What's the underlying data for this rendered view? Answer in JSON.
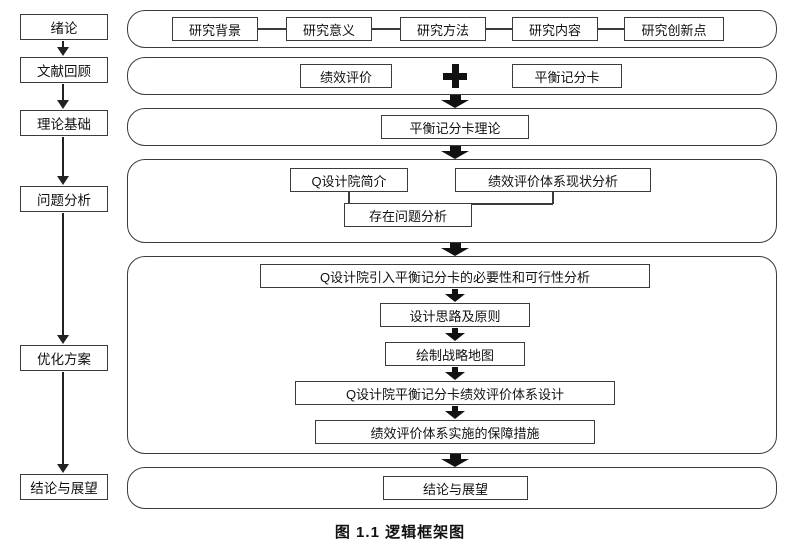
{
  "figure": {
    "caption": "图 1.1 逻辑框架图"
  },
  "left_column": [
    {
      "label": "绪论"
    },
    {
      "label": "文献回顾"
    },
    {
      "label": "理论基础"
    },
    {
      "label": "问题分析"
    },
    {
      "label": "优化方案"
    },
    {
      "label": "结论与展望"
    }
  ],
  "sections": {
    "introduction": {
      "items": [
        "研究背景",
        "研究意义",
        "研究方法",
        "研究内容",
        "研究创新点"
      ]
    },
    "literature": {
      "left": "绩效评价",
      "plus_symbol": "+",
      "right": "平衡记分卡"
    },
    "theory": {
      "label": "平衡记分卡理论"
    },
    "problem": {
      "top_left": "Q设计院简介",
      "top_right": "绩效评价体系现状分析",
      "bottom": "存在问题分析"
    },
    "optimization": {
      "steps": [
        "Q设计院引入平衡记分卡的必要性和可行性分析",
        "设计思路及原则",
        "绘制战略地图",
        "Q设计院平衡记分卡绩效评价体系设计",
        "绩效评价体系实施的保障措施"
      ]
    },
    "conclusion": {
      "label": "结论与展望"
    }
  },
  "icons": {
    "plus": "✚",
    "down_arrow": "▼"
  },
  "colors": {
    "border": "#3b3b3b",
    "arrow": "#111111",
    "text": "#111111",
    "background": "#ffffff"
  }
}
